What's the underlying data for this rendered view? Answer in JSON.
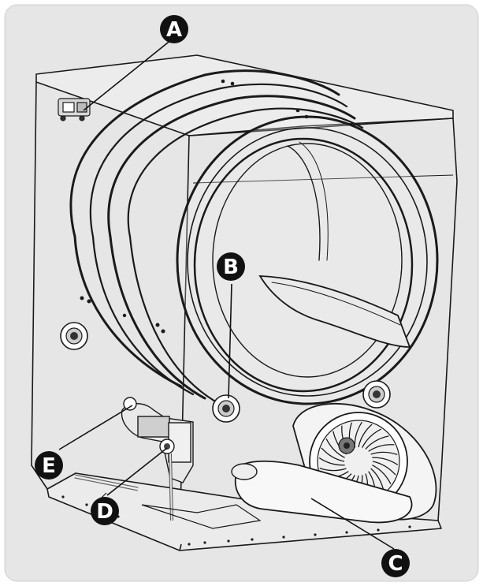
{
  "figure": {
    "background_color": "#e6e6e6",
    "line_color": "#1a1a1a",
    "callout_color": "#111111",
    "callout_text_color": "#ffffff"
  },
  "callouts": [
    {
      "id": "A",
      "label": "A"
    },
    {
      "id": "B",
      "label": "B"
    },
    {
      "id": "C",
      "label": "C"
    },
    {
      "id": "D",
      "label": "D"
    },
    {
      "id": "E",
      "label": "E"
    }
  ]
}
